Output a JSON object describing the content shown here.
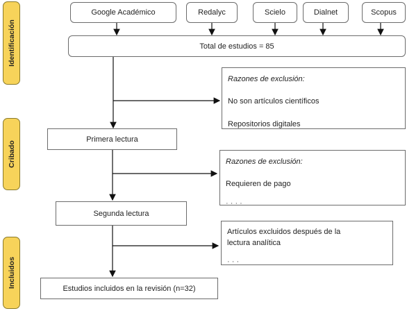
{
  "sources": [
    "Google Académico",
    "Redalyc",
    "Scielo",
    "Dialnet",
    "Scopus"
  ],
  "total": "Total de estudios = 85",
  "stages": {
    "identification": "Identificación",
    "screening": "Cribado",
    "included": "Incluidos"
  },
  "first_reading": "Primera lectura",
  "second_reading": "Segunda lectura",
  "included_box": "Estudios incluidos en la revisión (n=32)",
  "exclusion1": {
    "title": "Razones de exclusión:",
    "line1": "No son artículos científicos",
    "line2": "Repositorios digitales"
  },
  "exclusion2": {
    "title": "Razones de exclusión:",
    "line1": "Requieren de pago"
  },
  "exclusion3": {
    "line1": "Artículos excluidos después de la",
    "line2": "lectura analítica"
  }
}
